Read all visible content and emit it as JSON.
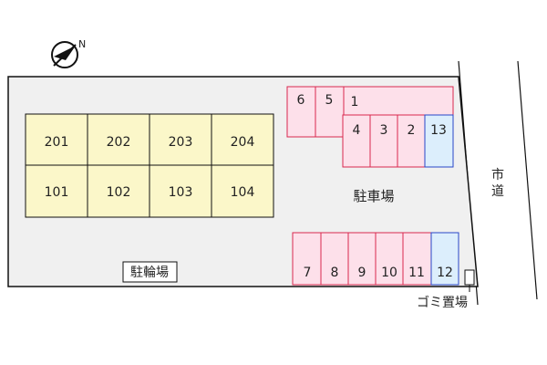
{
  "compass": {
    "icon": "north-arrow-icon",
    "label": "N"
  },
  "buildings": {
    "upper_row": [
      "201",
      "202",
      "203",
      "204"
    ],
    "lower_row": [
      "101",
      "102",
      "103",
      "104"
    ]
  },
  "parking": {
    "label": "駐車場",
    "top_left_spaces": [
      "6",
      "5"
    ],
    "space_1": "1",
    "top_row_spaces": [
      "4",
      "3",
      "2",
      "13"
    ],
    "bottom_row_spaces": [
      "7",
      "8",
      "9",
      "10",
      "11",
      "12"
    ],
    "highlighted_spaces": [
      "13",
      "12"
    ]
  },
  "bicycle_parking": {
    "label": "駐輪場"
  },
  "garbage_area": {
    "label": "ゴミ置場"
  },
  "road": {
    "label_line1": "市",
    "label_line2": "道"
  },
  "colors": {
    "lot_fill": "#f0f0f0",
    "building_fill": "#fbf7c9",
    "parking_fill": "#fde0ea",
    "parking_stroke": "#d9284e",
    "highlight_fill": "#dceefc",
    "highlight_stroke": "#2846c8"
  }
}
